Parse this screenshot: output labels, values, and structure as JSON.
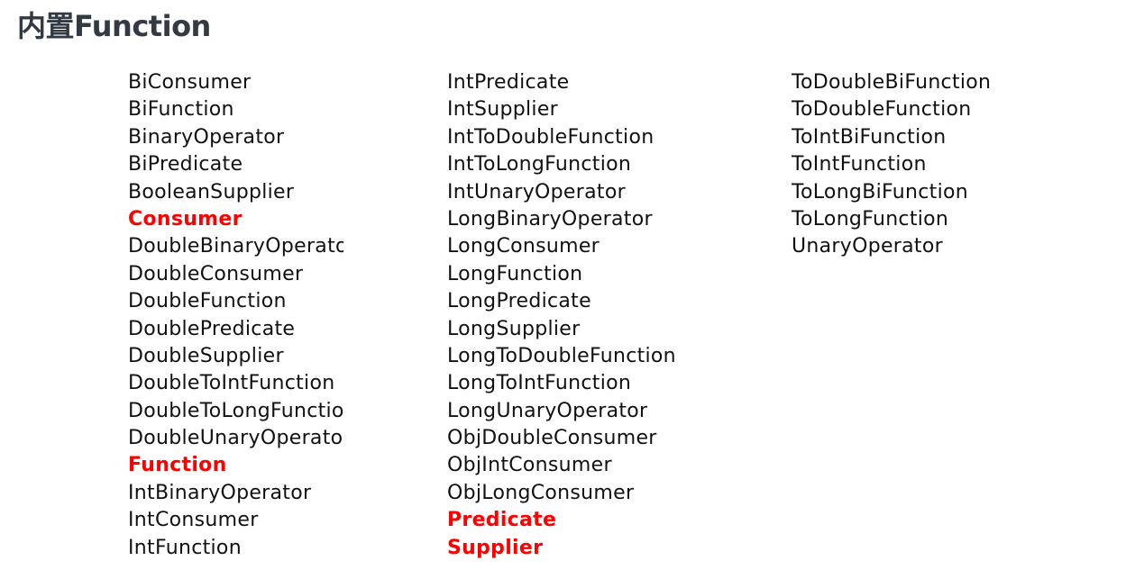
{
  "title": "内置Function",
  "columns": [
    {
      "items": [
        {
          "label": "BiConsumer",
          "highlight": false
        },
        {
          "label": "BiFunction",
          "highlight": false
        },
        {
          "label": "BinaryOperator",
          "highlight": false
        },
        {
          "label": "BiPredicate",
          "highlight": false
        },
        {
          "label": "BooleanSupplier",
          "highlight": false
        },
        {
          "label": "Consumer",
          "highlight": true
        },
        {
          "label": "DoubleBinaryOperator",
          "highlight": false
        },
        {
          "label": "DoubleConsumer",
          "highlight": false
        },
        {
          "label": "DoubleFunction",
          "highlight": false
        },
        {
          "label": "DoublePredicate",
          "highlight": false
        },
        {
          "label": "DoubleSupplier",
          "highlight": false
        },
        {
          "label": "DoubleToIntFunction",
          "highlight": false
        },
        {
          "label": "DoubleToLongFunction",
          "highlight": false
        },
        {
          "label": "DoubleUnaryOperator",
          "highlight": false
        },
        {
          "label": "Function",
          "highlight": true
        },
        {
          "label": "IntBinaryOperator",
          "highlight": false
        },
        {
          "label": "IntConsumer",
          "highlight": false
        },
        {
          "label": "IntFunction",
          "highlight": false
        }
      ]
    },
    {
      "items": [
        {
          "label": "IntPredicate",
          "highlight": false
        },
        {
          "label": "IntSupplier",
          "highlight": false
        },
        {
          "label": "IntToDoubleFunction",
          "highlight": false
        },
        {
          "label": "IntToLongFunction",
          "highlight": false
        },
        {
          "label": "IntUnaryOperator",
          "highlight": false
        },
        {
          "label": "LongBinaryOperator",
          "highlight": false
        },
        {
          "label": "LongConsumer",
          "highlight": false
        },
        {
          "label": "LongFunction",
          "highlight": false
        },
        {
          "label": "LongPredicate",
          "highlight": false
        },
        {
          "label": "LongSupplier",
          "highlight": false
        },
        {
          "label": "LongToDoubleFunction",
          "highlight": false
        },
        {
          "label": "LongToIntFunction",
          "highlight": false
        },
        {
          "label": "LongUnaryOperator",
          "highlight": false
        },
        {
          "label": "ObjDoubleConsumer",
          "highlight": false
        },
        {
          "label": "ObjIntConsumer",
          "highlight": false
        },
        {
          "label": "ObjLongConsumer",
          "highlight": false
        },
        {
          "label": "Predicate",
          "highlight": true
        },
        {
          "label": "Supplier",
          "highlight": true
        }
      ]
    },
    {
      "items": [
        {
          "label": "ToDoubleBiFunction",
          "highlight": false
        },
        {
          "label": "ToDoubleFunction",
          "highlight": false
        },
        {
          "label": "ToIntBiFunction",
          "highlight": false
        },
        {
          "label": "ToIntFunction",
          "highlight": false
        },
        {
          "label": "ToLongBiFunction",
          "highlight": false
        },
        {
          "label": "ToLongFunction",
          "highlight": false
        },
        {
          "label": "UnaryOperator",
          "highlight": false
        }
      ]
    }
  ],
  "colors": {
    "title": "#333a44",
    "text": "#111111",
    "highlight": "#ff0000"
  }
}
